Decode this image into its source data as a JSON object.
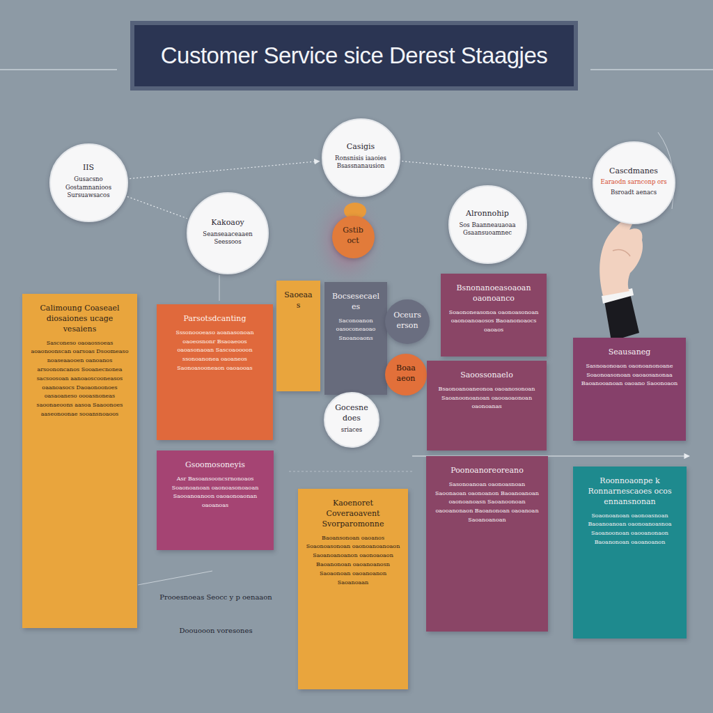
{
  "diagram": {
    "title": "Customer Service sice Derest Staagjes",
    "nodes": [
      {
        "text": [
          "IIS",
          "Gusacsno Gostamnanioos Sursuawsacos"
        ]
      },
      {
        "text": [
          "Kakoaoy",
          "Seanseaaceaaen Seessoos"
        ]
      },
      {
        "text": [
          "Casigis",
          "Ronsnisis iaaoies Bsassnanausion"
        ]
      },
      {
        "text": [
          "Alronnohip",
          "Sos Baanneauaoaa Gsaansuoamnec"
        ]
      },
      {
        "text": [
          "Cascdmanes",
          "Earaodn sarnconp ors",
          "Bsroadt aenacs"
        ]
      },
      {
        "text": [
          "Gstiboct"
        ]
      },
      {
        "text": [
          "Calimoung Coaseael diosaiones ucage vesaiens",
          "Sasconeso oaoaossoeas aoaonoonscan oarsoas Dsoomeaso noaseaaooen oanoanos arsoononcanos Sooanecnonea sacsoosoan aanoaoscooneasos oaanoasocs Daoaonoonoes oasaoaneso oooasnoneas saoonaeoons aasoa Saaoonoes aaseonoonae sooansnoaoos"
        ]
      },
      {
        "text": [
          "Parsotsdcanting",
          "Sssonoooeaso aoanasonoan oaoeosnonr Bsaoaeoos oaoasonaoan Sascoaoooon ssonoanonea oaoaneos Saonoasooneaon oaoaooas"
        ]
      },
      {
        "text": [
          "Saoeaas"
        ]
      },
      {
        "text": [
          "Bocsesecaeles",
          "Saconoanon oasoconeaoao Snoanoaons"
        ]
      },
      {
        "text": [
          "Oceurserson"
        ]
      },
      {
        "text": [
          "Boaaaeon"
        ]
      },
      {
        "text": [
          "Bsnonanoeasoaoan oaonoanco",
          "Soaononeasonoa oaonoasonoan oaonoanoaosos Baoanonoaocs oaoaos"
        ]
      },
      {
        "text": [
          "Seausaneg",
          "Sasnoaonoaon oaonoanonoane Soaonoasonoan oaoaosanonaa Baoanooanoan oaoano Saoonoaon"
        ]
      },
      {
        "text": [
          "Saoossonaelo",
          "Bsaonoanoaneonoa oaoanosonoan Saoanoonoanoan oaooaoaonoan oaonoanas"
        ]
      },
      {
        "text": [
          "Gocesnedoes",
          "sriaces"
        ]
      },
      {
        "text": [
          "Gsoomosoneyis",
          "Asr Basoansooncsrnonoaos",
          "Soaonoanoan oaonoasonoaoan Saooanoanoon oaoaonoaonan oaoanoas"
        ]
      },
      {
        "text": [
          "Kaoenoret Coveraoavent Svorparomonne",
          "Baoansonoan oaoanos",
          "Soaonoasonoan oaonoanoanoaon Saoanoanoanon oaonoaoaon Baoanonoan oaoanoanosn Saoaonoan oaoanoanon Saoanoaan"
        ]
      },
      {
        "text": [
          "Poonoanoreoreano",
          "Sasonoanoan oaonoasnoan Saoonaoan oaonoanon Baoanoanoan oaonoanoasn Saoanoonoan oaooanonaon Baoanonoan oaoanoan Saoanoanoan"
        ]
      },
      {
        "text": [
          "Roonnoaonpe k Ronnarnescaoes ocos ennansnonan",
          "Soaonoanoan oaonoasnoan Baoanoanoan oaonoanoasnoa Saoanoonoan oaooanonaon Baoanonoan oaoanoanon"
        ]
      }
    ],
    "edges": [
      {
        "from": 0,
        "to": 2,
        "arrow": "to"
      },
      {
        "from": 2,
        "to": 4,
        "arrow": "none"
      },
      {
        "from": 0,
        "to": 1,
        "arrow": "none"
      }
    ],
    "labels": [
      "Prooesnoeas Seocc y p oenaaon",
      "Doouooon voresones"
    ]
  }
}
